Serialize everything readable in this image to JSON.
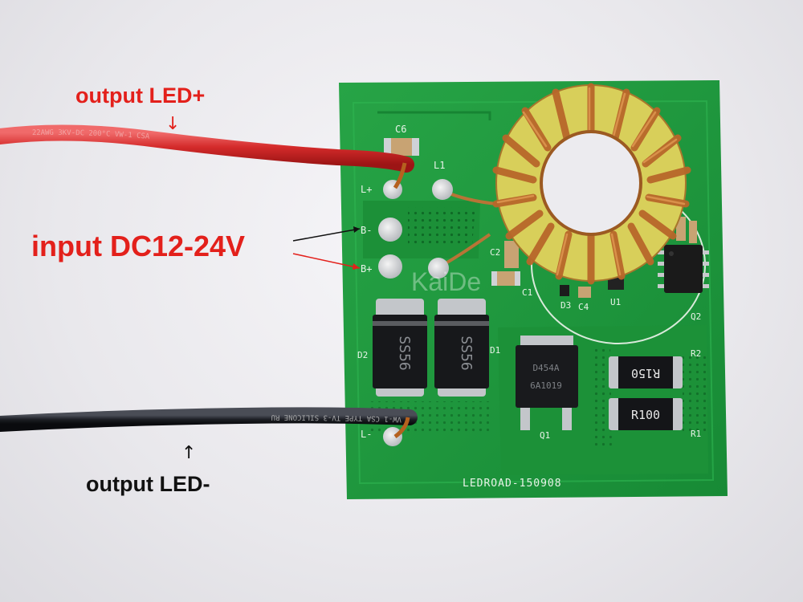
{
  "annotations": {
    "output_led_plus": "output LED+",
    "input_dc": "input DC12-24V",
    "output_led_minus": "output LED-",
    "arrow_down": "↓",
    "arrow_up": "↑"
  },
  "watermark": "KaiDe",
  "board": {
    "model": "LEDROAD-150908",
    "silkscreen": {
      "c6": "C6",
      "l1": "L1",
      "l_plus": "L+",
      "l_minus": "L-",
      "b_minus": "B-",
      "b_plus": "B+",
      "c2": "C2",
      "c1": "C1",
      "d3": "D3",
      "c4": "C4",
      "u1": "U1",
      "q2": "Q2",
      "d2": "D2",
      "d1": "D1",
      "q1": "Q1",
      "r2": "R2",
      "r1": "R1"
    },
    "components": {
      "diode_marking": "SS56",
      "mosfet_marking_1": "D454A",
      "mosfet_marking_2": "6A1019",
      "resistor_top": "R150",
      "resistor_bottom": "R100"
    },
    "wire_print": {
      "red": "22AWG 3KV-DC 200°C VW-1 CSA",
      "black": "VW-1 CSA TYPE TV-3 SILICONE RU"
    }
  },
  "colors": {
    "pcb": "#1f9a3c",
    "annotation_red": "#e3201b",
    "annotation_black": "#111111",
    "red_wire": "#d42a2a",
    "copper": "#c07a3a"
  }
}
